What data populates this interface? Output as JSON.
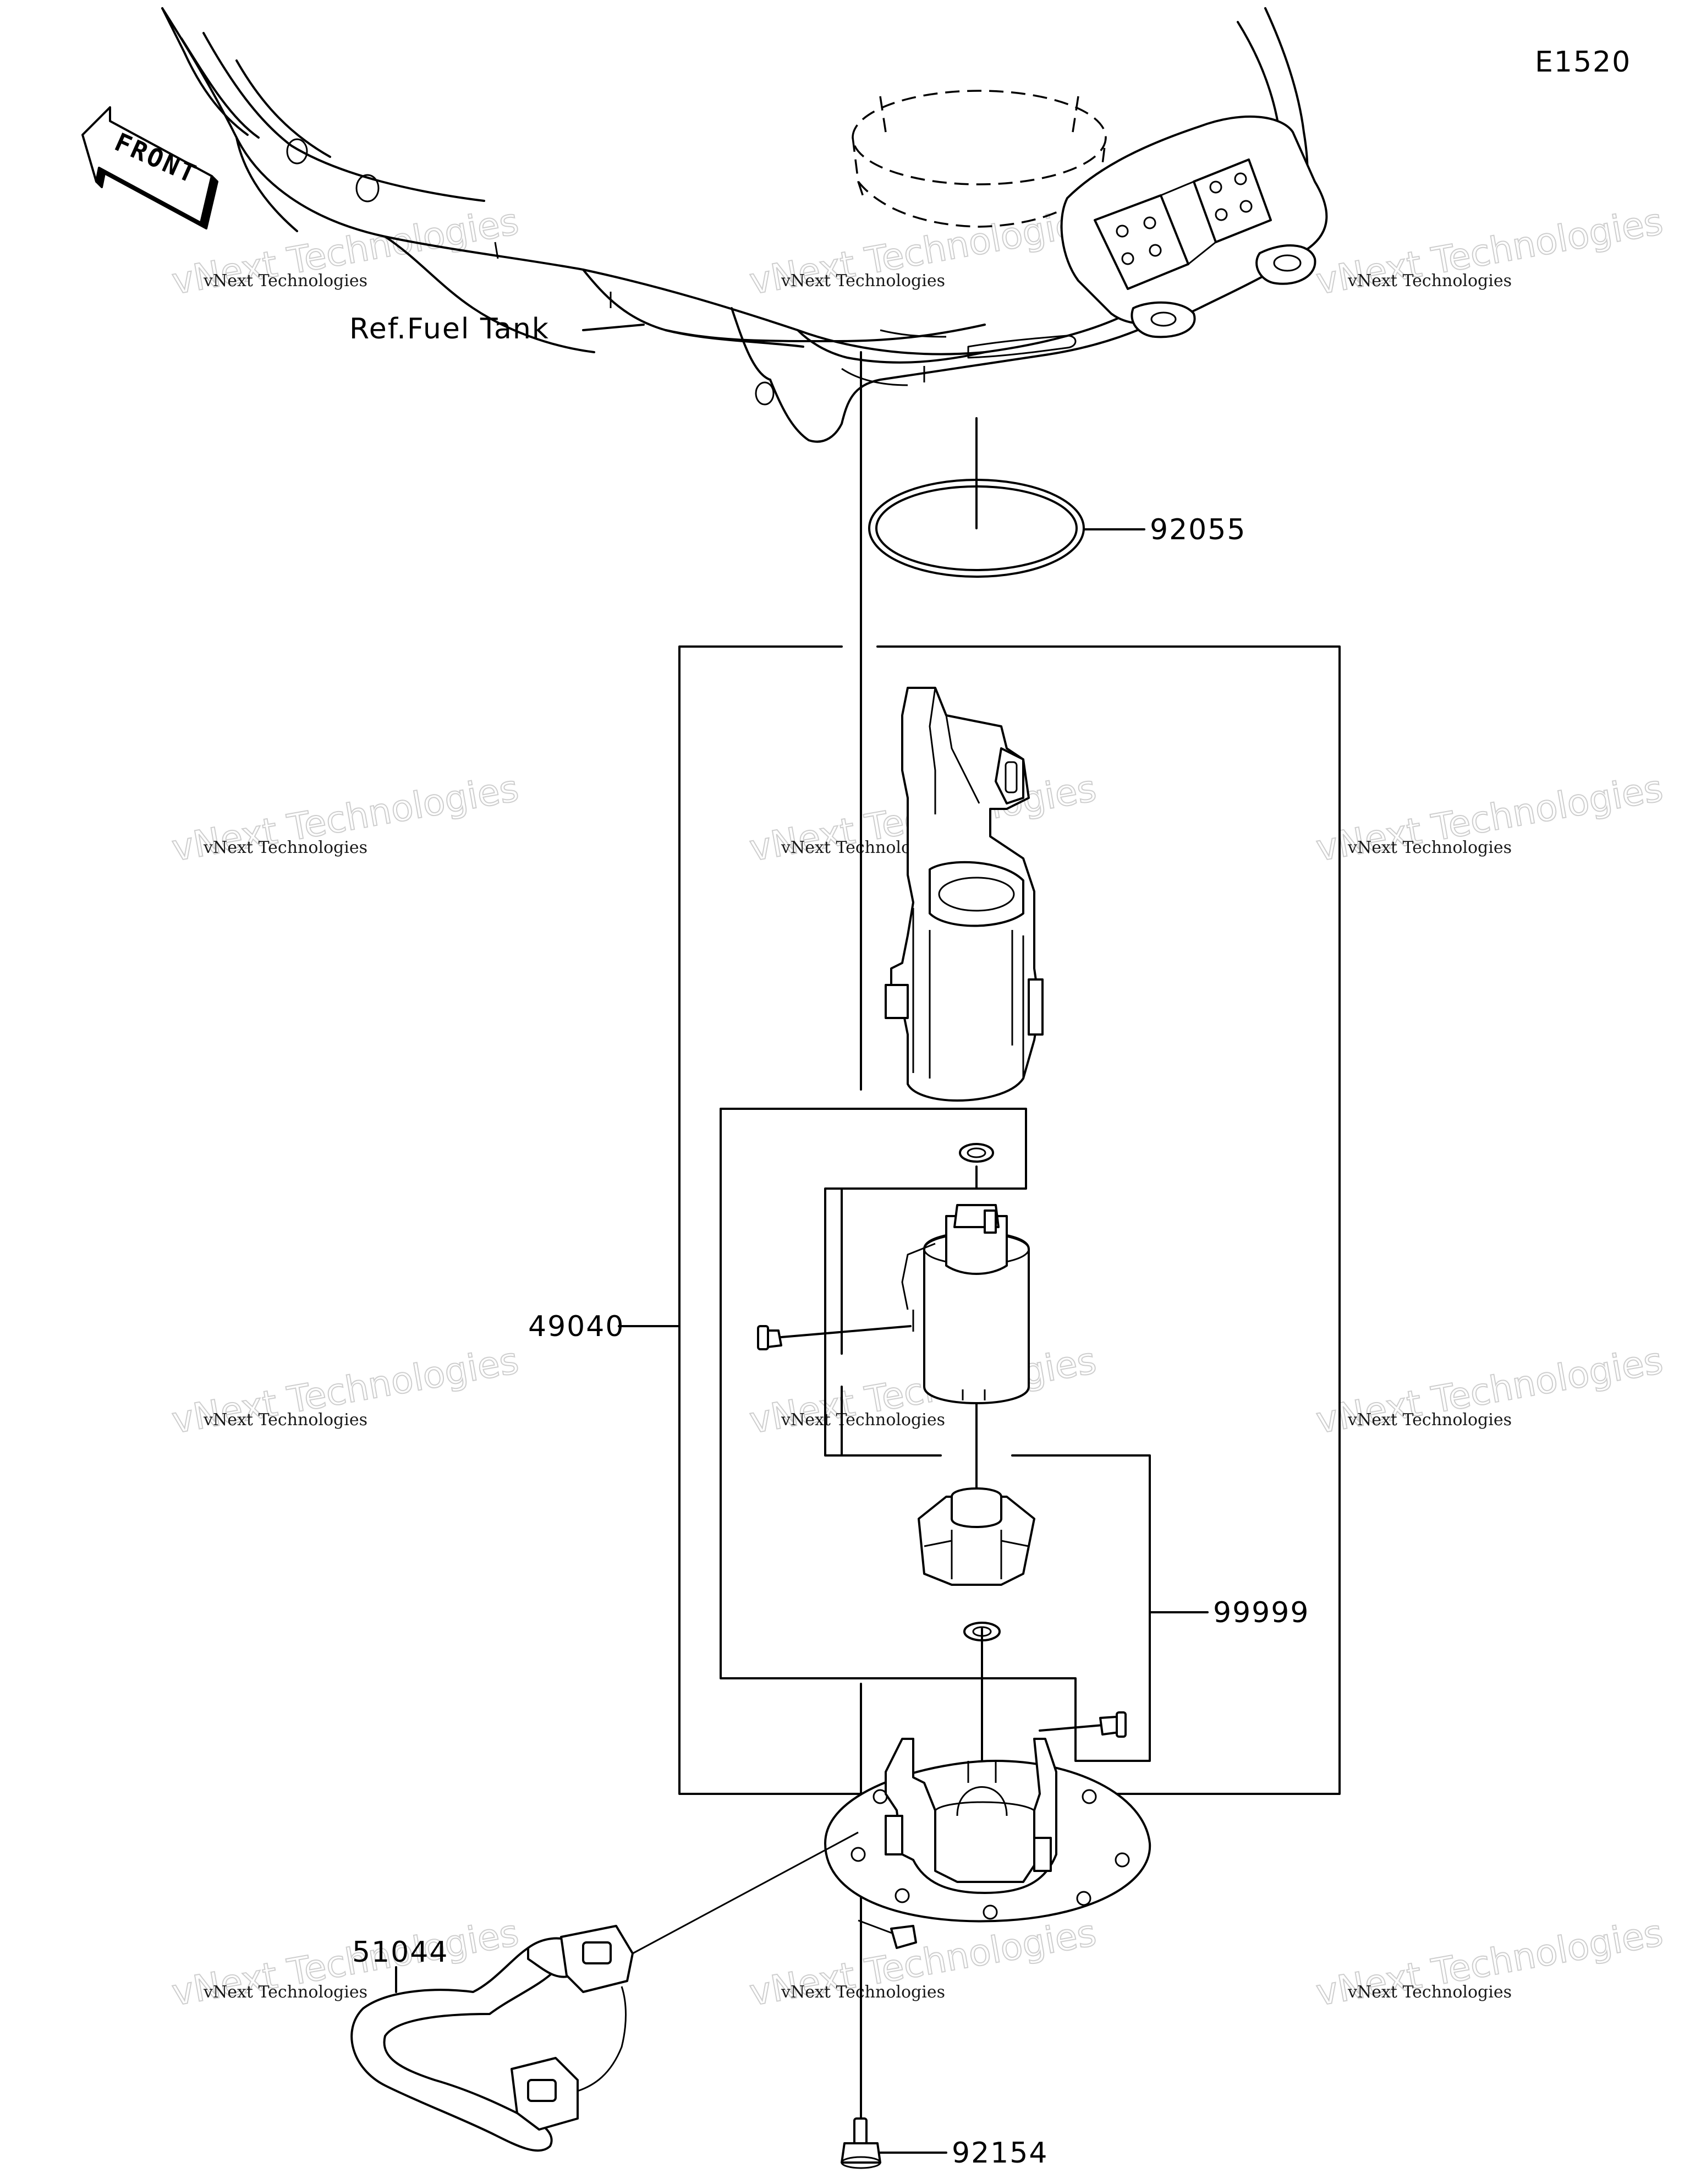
{
  "diagram": {
    "code": "E1520",
    "front_label": "FRONT",
    "ref_label": "Ref.Fuel Tank",
    "parts": [
      {
        "number": "92055"
      },
      {
        "number": "49040"
      },
      {
        "number": "99999"
      },
      {
        "number": "51044"
      },
      {
        "number": "92154"
      }
    ],
    "watermark": {
      "line1": "vNext Technologies",
      "line2": "vNext Technologies"
    }
  }
}
